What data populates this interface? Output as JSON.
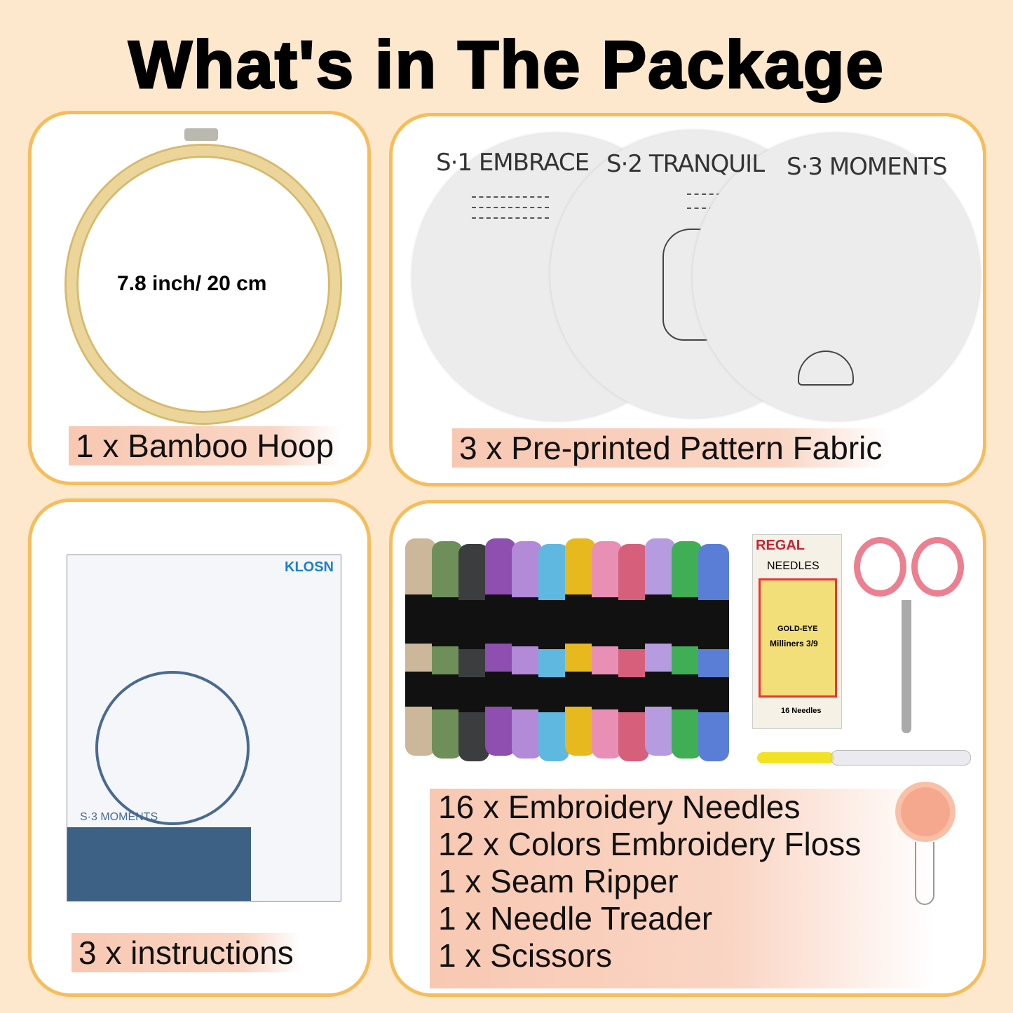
{
  "title": "What's in The Package",
  "hoop": {
    "size_text": "7.8 inch/ 20 cm",
    "label": "1 x Bamboo Hoop"
  },
  "fabric": {
    "label": "3 x Pre-printed Pattern Fabric",
    "patterns": [
      "S·1 EMBRACE",
      "S·2 TRANQUIL",
      "S·3 MOMENTS"
    ]
  },
  "instructions": {
    "label": "3 x instructions",
    "brand": "KLOSN",
    "sheet_title": "S·3 MOMENTS"
  },
  "needles_pack": {
    "brand": "REGAL",
    "title": "NEEDLES",
    "type": "GOLD-EYE",
    "size": "Milliners 3/9",
    "count": "16 Needles"
  },
  "items": [
    "16 x Embroidery Needles",
    "12 x Colors Embroidery Floss",
    "1 x Seam Ripper",
    "1 x Needle Treader",
    "1 x Scissors"
  ],
  "floss_colors": [
    "#cdb79a",
    "#6e8f5a",
    "#3b3d3f",
    "#8e4fb0",
    "#b28ad8",
    "#5fb8e0",
    "#e8b91e",
    "#e98fb6",
    "#d6607c",
    "#b79be0",
    "#3fae55",
    "#5a7ed6"
  ],
  "colors": {
    "background": "#fde8cd",
    "panel_border": "#f6bd5c",
    "label_bg": "#f8c8b2"
  }
}
